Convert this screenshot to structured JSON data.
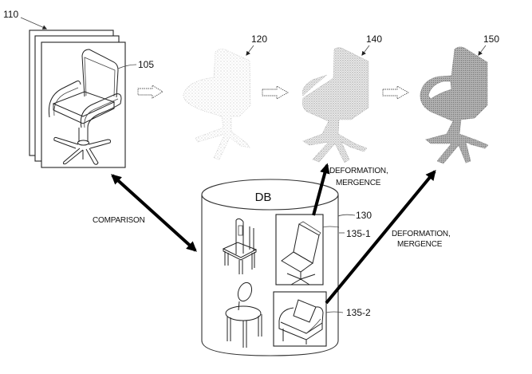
{
  "figure": {
    "stage_labels": {
      "input_images": "110",
      "target_object": "105",
      "point_cloud": "120",
      "intermediate_model": "140",
      "final_model": "150",
      "database": "130",
      "db_model_1": "135-1",
      "db_model_2": "135-2"
    },
    "db_title": "DB",
    "comparison_label": "COMPARISON",
    "deformation_label_1": [
      "DEFORMATION,",
      "MERGENCE"
    ],
    "deformation_label_2": [
      "DEFORMATION,",
      "MERGENCE"
    ],
    "colors": {
      "line": "#222222",
      "thick_arrow": "#000000",
      "background": "#ffffff",
      "stipple_light": "#bbbbbb",
      "stipple_mid": "#999999",
      "stipple_dark": "#777777"
    }
  }
}
